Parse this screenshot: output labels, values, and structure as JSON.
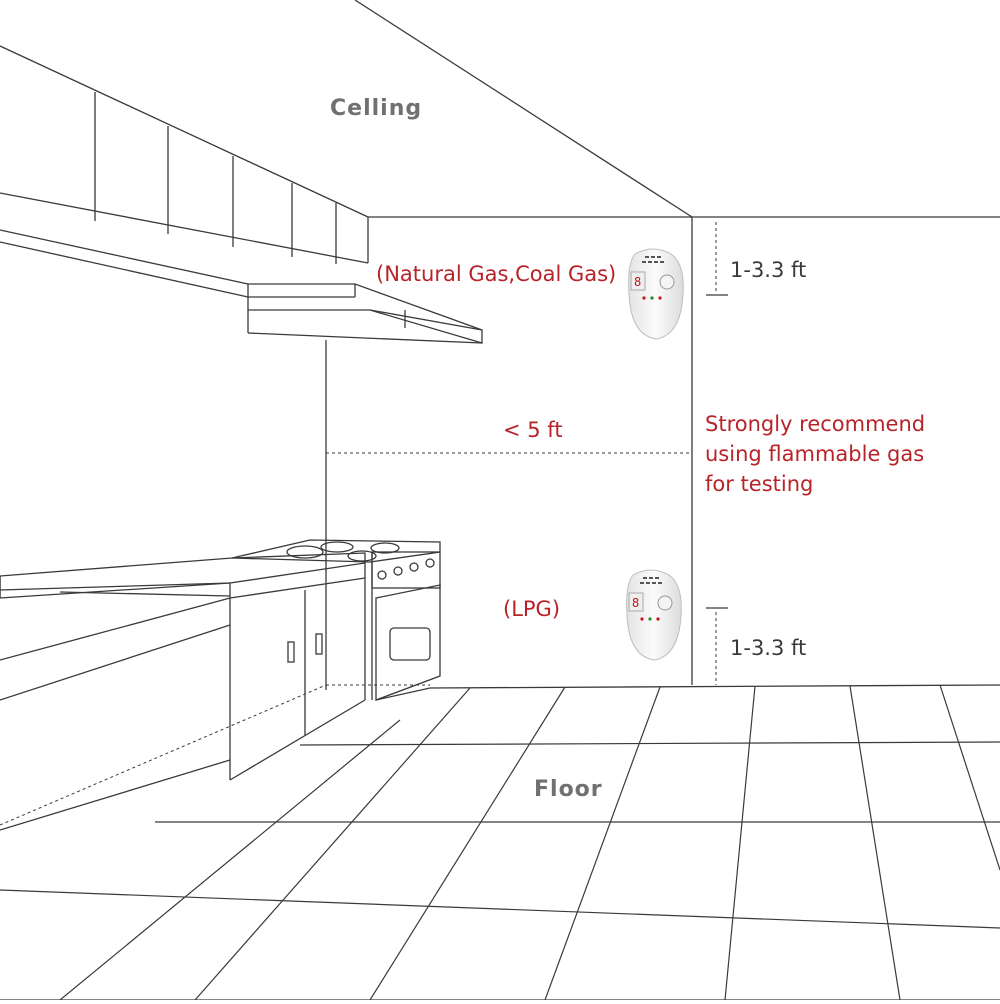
{
  "labels": {
    "ceiling": "Celling",
    "floor": "Floor",
    "natural_gas": "(Natural Gas,Coal Gas)",
    "lpg": "(LPG)",
    "distance_top": "1-3.3 ft",
    "distance_bottom": "1-3.3 ft",
    "distance_stove": "< 5 ft",
    "recommend_line1": "Strongly recommend",
    "recommend_line2": "using flammable gas",
    "recommend_line3": "for testing"
  },
  "colors": {
    "line": "#3a3a3a",
    "room_label": "#707070",
    "accent_text": "#b8232a",
    "detector_body": "#f2f2f2",
    "detector_display": "#c0161e"
  },
  "icons": {
    "detector_top": "gas-detector-icon",
    "detector_bottom": "gas-detector-icon"
  }
}
